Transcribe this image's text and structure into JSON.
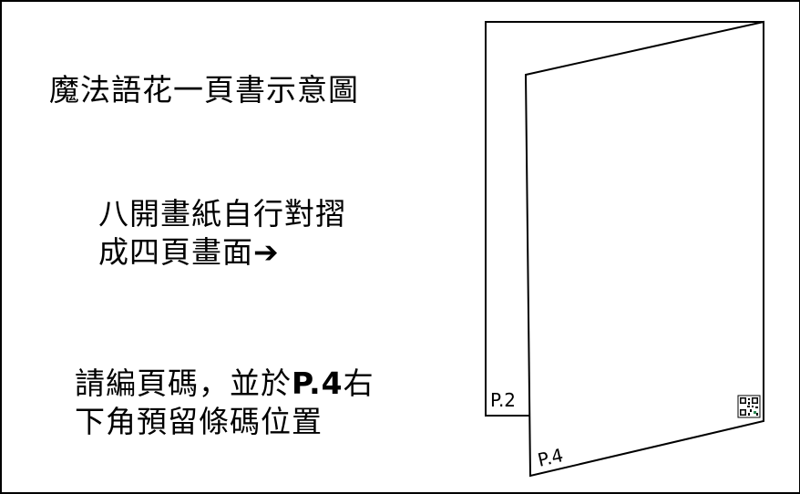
{
  "title": "魔法語花一頁書示意圖",
  "fold_note": {
    "line1": "八開畫紙自行對摺",
    "line2": "成四頁畫面➔"
  },
  "numbering_note": {
    "line1_a": "請編頁碼，並於",
    "line1_b": "P.4",
    "line1_c": "右",
    "line2": "下角預留條碼位置"
  },
  "pages": {
    "back_label": "P.2",
    "front_label": "P.4"
  },
  "icons": {
    "barcode": "qr-code-icon"
  },
  "colors": {
    "background": "#ffffff",
    "line": "#000000",
    "qr_accent": "#2e8b57"
  }
}
